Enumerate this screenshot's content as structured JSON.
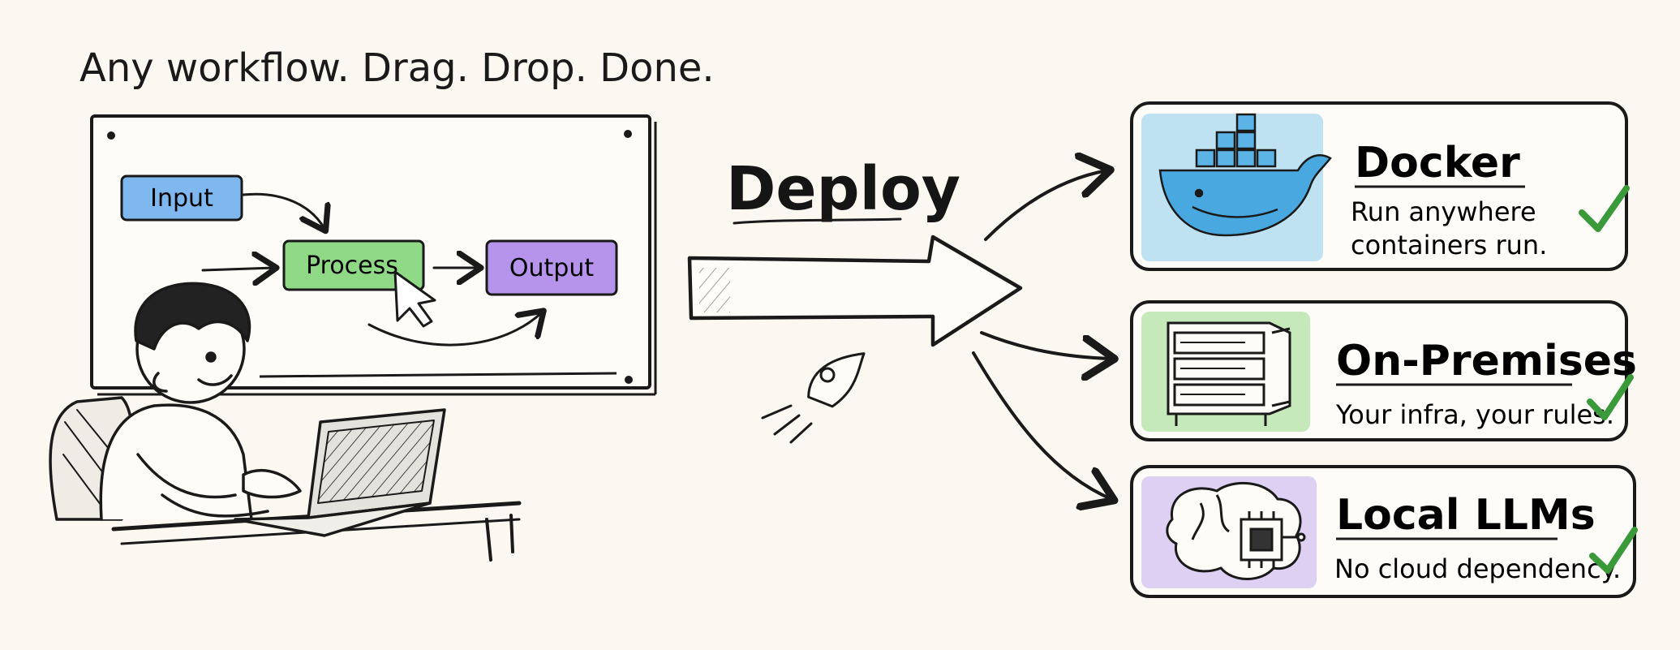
{
  "headline": "Any workflow. Drag. Drop. Done.",
  "deploy_label": "Deploy",
  "workflow": {
    "nodes": [
      {
        "label": "Input",
        "color": "#7fb7ef"
      },
      {
        "label": "Process",
        "color": "#8fd886"
      },
      {
        "label": "Output",
        "color": "#b794ec"
      }
    ]
  },
  "targets": [
    {
      "title": "Docker",
      "lines": [
        "Run anywhere",
        "containers run."
      ],
      "icon": "docker-whale-icon",
      "bg": "#bfe2f3"
    },
    {
      "title": "On-Premises",
      "lines": [
        "Your infra, your rules."
      ],
      "icon": "server-rack-icon",
      "bg": "#c6e9bb"
    },
    {
      "title": "Local LLMs",
      "lines": [
        "No cloud dependency."
      ],
      "icon": "brain-chip-icon",
      "bg": "#ddd0f3"
    }
  ],
  "colors": {
    "check": "#3a9a3a",
    "ink": "#1a1a1a",
    "paper": "#fbf8f2"
  }
}
